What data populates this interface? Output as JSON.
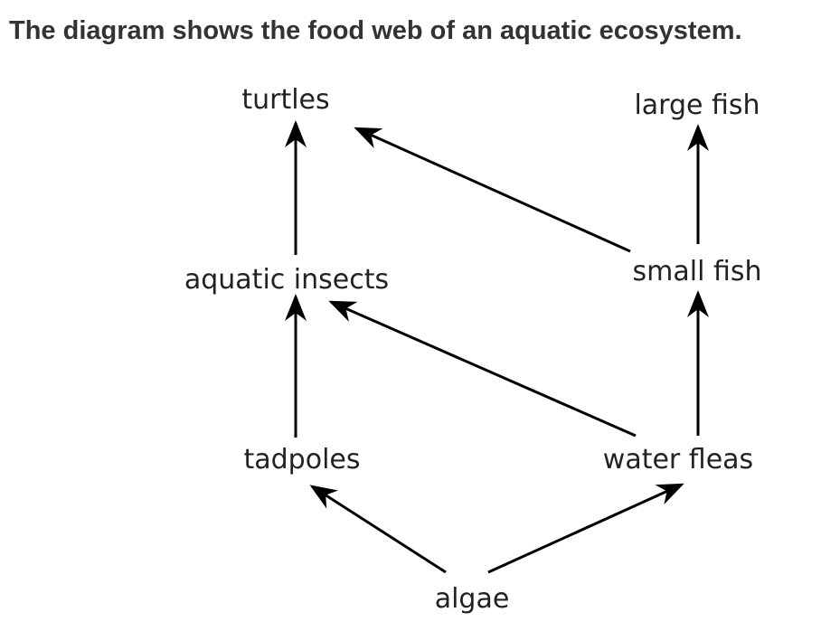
{
  "title": "The diagram shows the food web of an aquatic ecosystem.",
  "organisms": {
    "turtles": "turtles",
    "large_fish": "large fish",
    "aquatic_insects": "aquatic insects",
    "small_fish": "small fish",
    "tadpoles": "tadpoles",
    "water_fleas": "water fleas",
    "algae": "algae"
  },
  "feeding_links": [
    {
      "from": "algae",
      "to": "tadpoles"
    },
    {
      "from": "algae",
      "to": "water fleas"
    },
    {
      "from": "tadpoles",
      "to": "aquatic insects"
    },
    {
      "from": "water fleas",
      "to": "aquatic insects"
    },
    {
      "from": "water fleas",
      "to": "small fish"
    },
    {
      "from": "aquatic insects",
      "to": "turtles"
    },
    {
      "from": "small fish",
      "to": "turtles"
    },
    {
      "from": "small fish",
      "to": "large fish"
    }
  ],
  "colors": {
    "heading": "#333333",
    "arrow": "#000000",
    "label": "#222222"
  }
}
